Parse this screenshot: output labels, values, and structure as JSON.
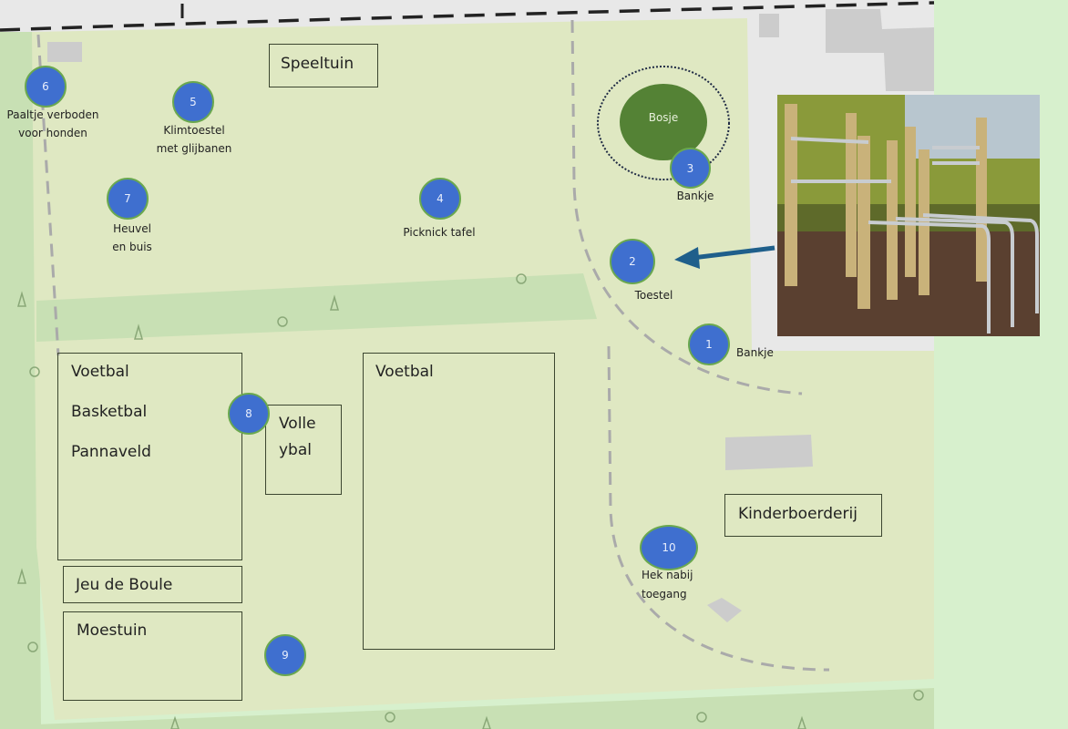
{
  "map": {
    "areas": {
      "speeltuin": "Speeltuin",
      "kinderboerderij": "Kinderboerderij",
      "bosje": "Bosje",
      "field_left": [
        "Voetbal",
        "Basketbal",
        "Pannaveld"
      ],
      "volleybal": [
        "Volle",
        "ybal"
      ],
      "field_right": "Voetbal",
      "jeu_de_boule": "Jeu de Boule",
      "moestuin": "Moestuin"
    },
    "markers": [
      {
        "number": "1",
        "label": "Bankje"
      },
      {
        "number": "2",
        "label": "Toestel"
      },
      {
        "number": "3",
        "label": "Bankje"
      },
      {
        "number": "4",
        "label": "Picknick tafel"
      },
      {
        "number": "5",
        "label": [
          "Klimtoestel",
          "met glijbanen"
        ]
      },
      {
        "number": "6",
        "label": [
          "Paaltje verboden",
          "voor honden"
        ]
      },
      {
        "number": "7",
        "label": [
          "Heuvel",
          "en buis"
        ]
      },
      {
        "number": "8",
        "label": ""
      },
      {
        "number": "9",
        "label": ""
      },
      {
        "number": "10",
        "label": [
          "Hek nabij",
          "toegang"
        ]
      }
    ],
    "photo": {
      "subject": "outdoor fitness equipment (toestel) among trees"
    },
    "colors": {
      "park": "#dfe8c2",
      "green_strip": "#c8e0b4",
      "road": "#e8e8e8",
      "building": "#cccccc",
      "marker_fill": "#3f6fcf",
      "marker_ring": "#6aa84f",
      "bosje": "#548235",
      "arrow": "#1f5f8b",
      "outside": "#d7f0cd"
    }
  }
}
